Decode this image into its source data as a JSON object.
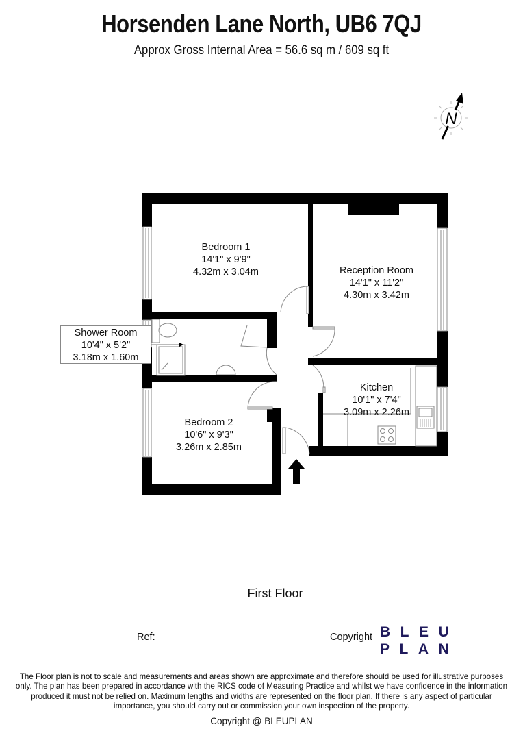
{
  "header": {
    "title": "Horsenden Lane North, UB6 7QJ",
    "subtitle": "Approx Gross Internal Area = 56.6 sq m / 609 sq ft"
  },
  "compass": {
    "label": "N",
    "icon": "north-arrow-icon"
  },
  "rooms": [
    {
      "name": "Bedroom 1",
      "imperial": "14'1\" x 9'9\"",
      "metric": "4.32m x 3.04m"
    },
    {
      "name": "Reception Room",
      "imperial": "14'1\" x 11'2\"",
      "metric": "4.30m x 3.42m"
    },
    {
      "name": "Shower Room",
      "imperial": "10'4\" x 5'2\"",
      "metric": "3.18m x 1.60m"
    },
    {
      "name": "Kitchen",
      "imperial": "10'1\" x 7'4\"",
      "metric": "3.09m x 2.26m"
    },
    {
      "name": "Bedroom 2",
      "imperial": "10'6\" x 9'3\"",
      "metric": "3.26m x 2.85m"
    }
  ],
  "entrance": {
    "icon": "entrance-arrow-icon"
  },
  "floor_label": "First Floor",
  "footer": {
    "ref_label": "Ref:",
    "copyright_label": "Copyright",
    "logo_line1": "BLEU",
    "logo_line2": "PLAN",
    "logo_color": "#1f1a5c",
    "disclaimer": "The Floor plan is not to scale and measurements and areas shown are approximate and therefore should be used for illustrative purposes only. The plan has been prepared in accordance with the RICS code of Measuring Practice and whilst we have confidence in the information produced it must not be relied on. Maximum lengths and widths are represented on the floor plan. If there is any aspect of particular importance, you should carry out or commission your own inspection of the property.",
    "copyright_text": "Copyright @ BLEUPLAN"
  }
}
